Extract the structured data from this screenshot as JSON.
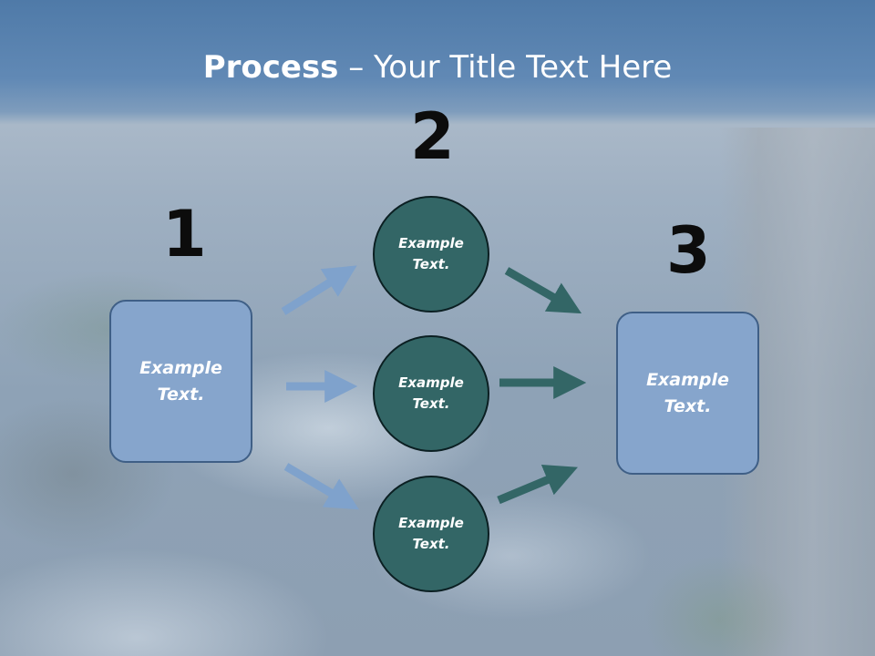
{
  "slide": {
    "title_bold": "Process",
    "title_rest": " – Your Title Text Here"
  },
  "steps": {
    "step1_number": "1",
    "step2_number": "2",
    "step3_number": "3"
  },
  "nodes": {
    "left_box": "Example\nText.",
    "circle_top": "Example\nText.",
    "circle_middle": "Example\nText.",
    "circle_bottom": "Example\nText.",
    "right_box": "Example\nText."
  },
  "colors": {
    "box_fill": "#86a5cc",
    "circle_fill": "#336666",
    "arrow_in": "#7fa2cc",
    "arrow_out": "#336666"
  }
}
